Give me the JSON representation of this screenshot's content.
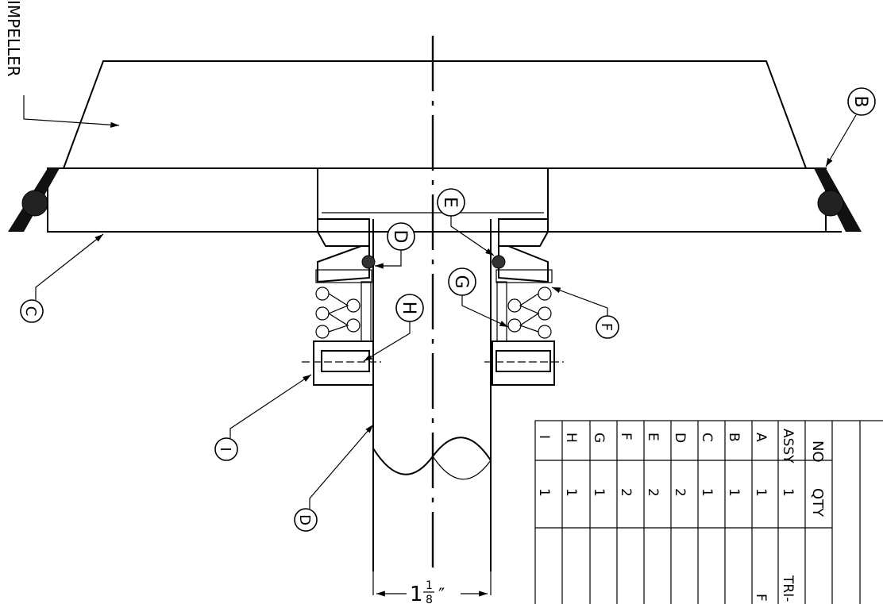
{
  "drawing": {
    "part_label": "IMPELLER",
    "callouts": [
      "B",
      "C",
      "D",
      "E",
      "F",
      "G",
      "H",
      "I",
      "D"
    ],
    "dimension": {
      "whole": "1",
      "numerator": "1",
      "denominator": "8",
      "unit": "″"
    }
  },
  "parts_table": {
    "header": [
      "NO",
      "QTY",
      ""
    ],
    "rows": [
      {
        "no": "ASSY",
        "qty": "1",
        "desc": "TRI-"
      },
      {
        "no": "A",
        "qty": "1",
        "desc": "F"
      },
      {
        "no": "B",
        "qty": "1",
        "desc": ""
      },
      {
        "no": "C",
        "qty": "1",
        "desc": ""
      },
      {
        "no": "D",
        "qty": "2",
        "desc": ""
      },
      {
        "no": "E",
        "qty": "2",
        "desc": ""
      },
      {
        "no": "F",
        "qty": "2",
        "desc": ""
      },
      {
        "no": "G",
        "qty": "1",
        "desc": ""
      },
      {
        "no": "H",
        "qty": "1",
        "desc": ""
      },
      {
        "no": "I",
        "qty": "1",
        "desc": ""
      }
    ]
  }
}
